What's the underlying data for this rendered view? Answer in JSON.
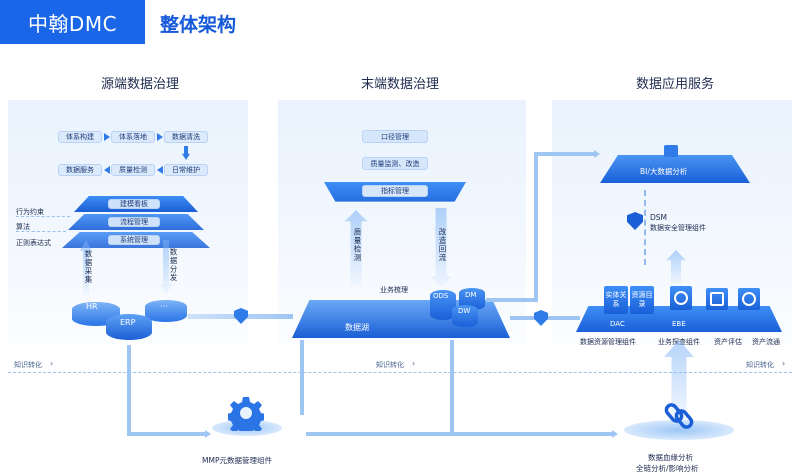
{
  "header": {
    "brand": "中翰DMC",
    "title": "整体架构"
  },
  "sections": {
    "source": "源端数据治理",
    "terminal": "末端数据治理",
    "application": "数据应用服务"
  },
  "source_flow": {
    "row1": [
      "体系构建",
      "体系落地",
      "数据清洗"
    ],
    "row2": [
      "数据服务",
      "质量检测",
      "日常维护"
    ],
    "tiers": [
      "建模看板",
      "流程管理",
      "系统管理"
    ],
    "side_labels": [
      "行为约束",
      "算法",
      "正则表达式"
    ],
    "collect": "数据采集",
    "distribute": "数据分发",
    "db": [
      "HR",
      "ERP",
      "···"
    ]
  },
  "terminal_flow": {
    "boxes": [
      "口径管理",
      "质量监测、改造",
      "指标管理"
    ],
    "left_arrow": "质量检测",
    "right_arrow": "改造回流",
    "business": "业务梳理",
    "lake": "数据湖",
    "cylinders": [
      "ODS",
      "DM",
      "DW"
    ]
  },
  "app_flow": {
    "bi": "BI/大数据分析",
    "dsm_title": "DSM",
    "dsm_sub": "数据安全管理组件",
    "cubes": [
      "实体关系",
      "资源目录"
    ],
    "labels_on_base": [
      "DAC",
      "EBE"
    ],
    "components": [
      "数据资源管理组件",
      "业务探查组件",
      "资产评估",
      "资产流通"
    ]
  },
  "knowledge": [
    "知识转化",
    "知识转化",
    "知识转化"
  ],
  "bottom": {
    "mmp": "MMP元数据管理组件",
    "lineage1": "数据血缘分析",
    "lineage2": "全链分析/影响分析"
  },
  "colors": {
    "brand": "#1a66e8",
    "accent": "#2f7be8",
    "panel": "#e9f2fd"
  }
}
